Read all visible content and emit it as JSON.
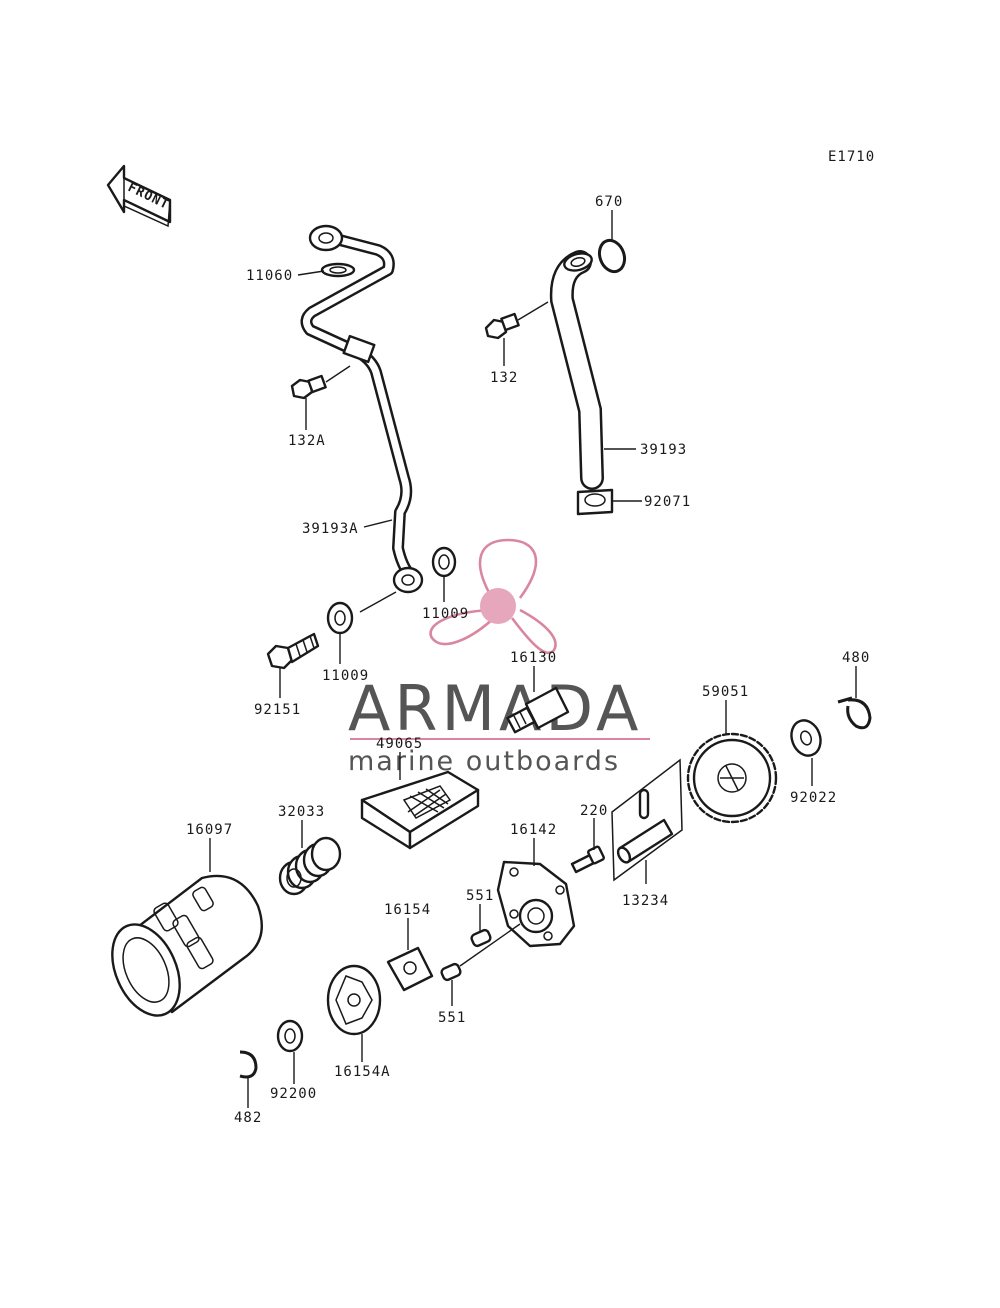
{
  "diagram": {
    "code": "E1710",
    "front_label": "FRONT",
    "callouts": {
      "p11060": "11060",
      "p132A": "132A",
      "p39193A": "39193A",
      "p11009_upper": "11009",
      "p11009_lower": "11009",
      "p92151": "92151",
      "p670": "670",
      "p132": "132",
      "p39193": "39193",
      "p92071": "92071",
      "p16130": "16130",
      "p49065": "49065",
      "p480": "480",
      "p59051": "59051",
      "p92022": "92022",
      "p220": "220",
      "p16142": "16142",
      "p13234": "13234",
      "p16097": "16097",
      "p32033": "32033",
      "p551_upper": "551",
      "p551_lower": "551",
      "p16154": "16154",
      "p16154A": "16154A",
      "p92200": "92200",
      "p482": "482"
    }
  },
  "watermark": {
    "title": "ARMADA",
    "subtitle": "marine outboards",
    "accent_color": "#d9869f",
    "text_color": "#555555"
  }
}
